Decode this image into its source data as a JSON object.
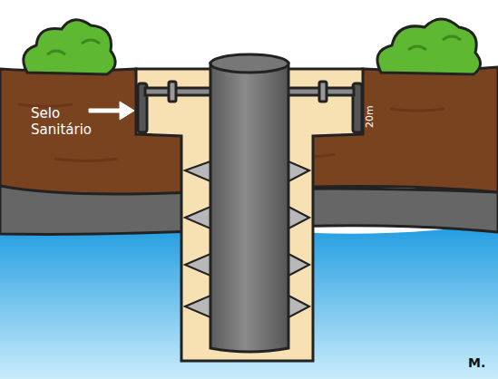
{
  "diagram": {
    "labels": [
      "Selo Sanitário",
      "20m",
      "M."
    ]
  }
}
